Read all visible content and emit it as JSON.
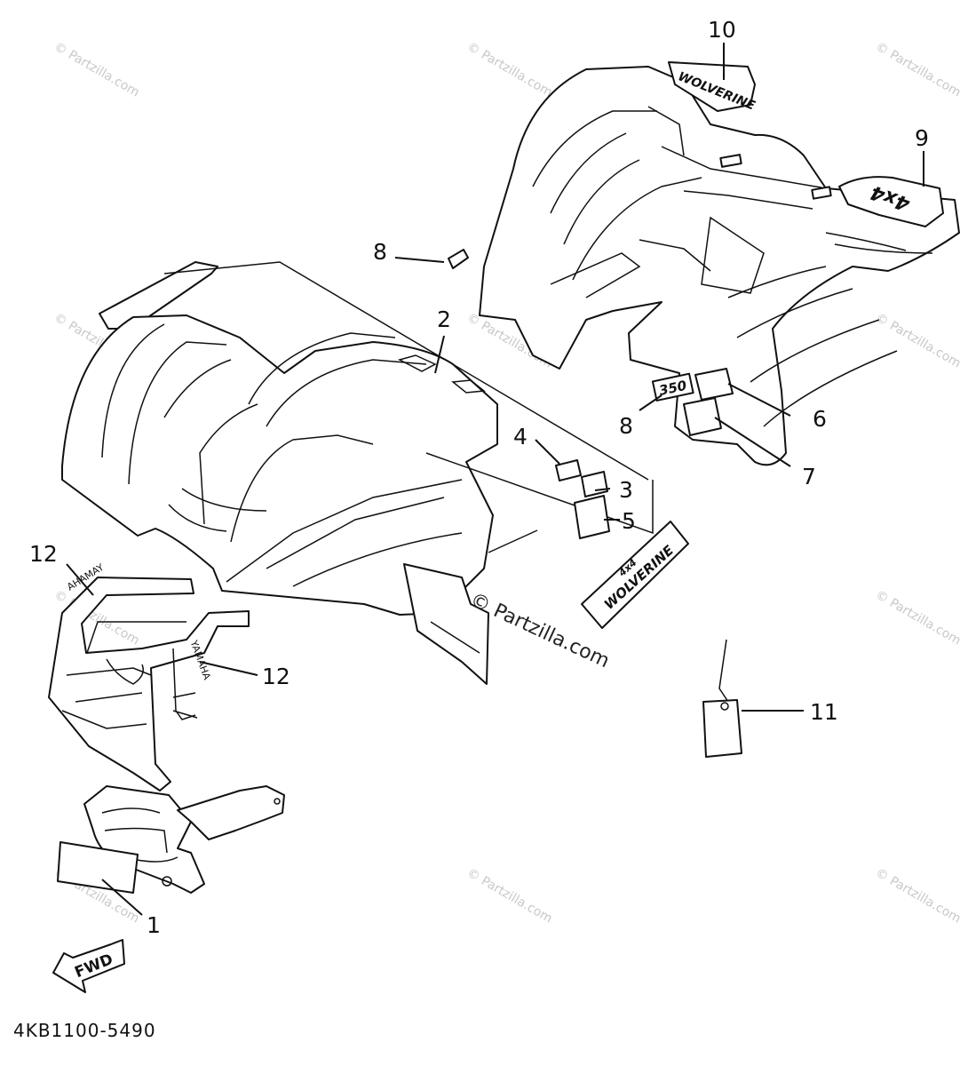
{
  "watermark": "© Partzilla.com",
  "center_watermark": "© Partzilla.com",
  "part_number": "4KB1100-5490",
  "fwd_label": "FWD",
  "decals": {
    "wolverine_line1": "4x4",
    "wolverine_line2": "WOLVERINE",
    "rear_4x4": "4x4",
    "rear_model": "WOLVERINE",
    "displacement": "350",
    "yamaha_on_guard": "YAMAHA",
    "yamaha_mirrored": "AHAMAY"
  },
  "callouts": [
    {
      "id": "c1",
      "label": "1"
    },
    {
      "id": "c2",
      "label": "2"
    },
    {
      "id": "c3",
      "label": "3"
    },
    {
      "id": "c4",
      "label": "4"
    },
    {
      "id": "c5",
      "label": "5"
    },
    {
      "id": "c6",
      "label": "6"
    },
    {
      "id": "c7",
      "label": "7"
    },
    {
      "id": "c8a",
      "label": "8"
    },
    {
      "id": "c8b",
      "label": "8"
    },
    {
      "id": "c9",
      "label": "9"
    },
    {
      "id": "c10",
      "label": "10"
    },
    {
      "id": "c11",
      "label": "11"
    },
    {
      "id": "c12a",
      "label": "12"
    },
    {
      "id": "c12b",
      "label": "12"
    }
  ]
}
